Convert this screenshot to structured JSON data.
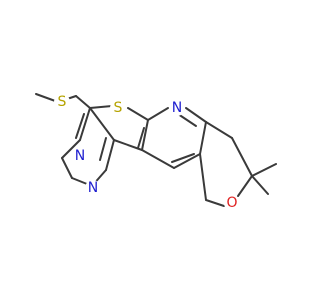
{
  "colors": {
    "bond": "#3a3a3a",
    "sulfur": "#b5a300",
    "nitrogen": "#2020d0",
    "oxygen": "#e02020",
    "background": "#ffffff"
  },
  "atoms": {
    "s_thioether": {
      "label": "S",
      "element": "sulfur"
    },
    "s_thiophene": {
      "label": "S",
      "element": "sulfur"
    },
    "n_pyridine": {
      "label": "N",
      "element": "nitrogen"
    },
    "n_pyrimidine_1": {
      "label": "N",
      "element": "nitrogen"
    },
    "n_pyrimidine_2": {
      "label": "N",
      "element": "nitrogen"
    },
    "o_pyran": {
      "label": "O",
      "element": "oxygen"
    }
  }
}
